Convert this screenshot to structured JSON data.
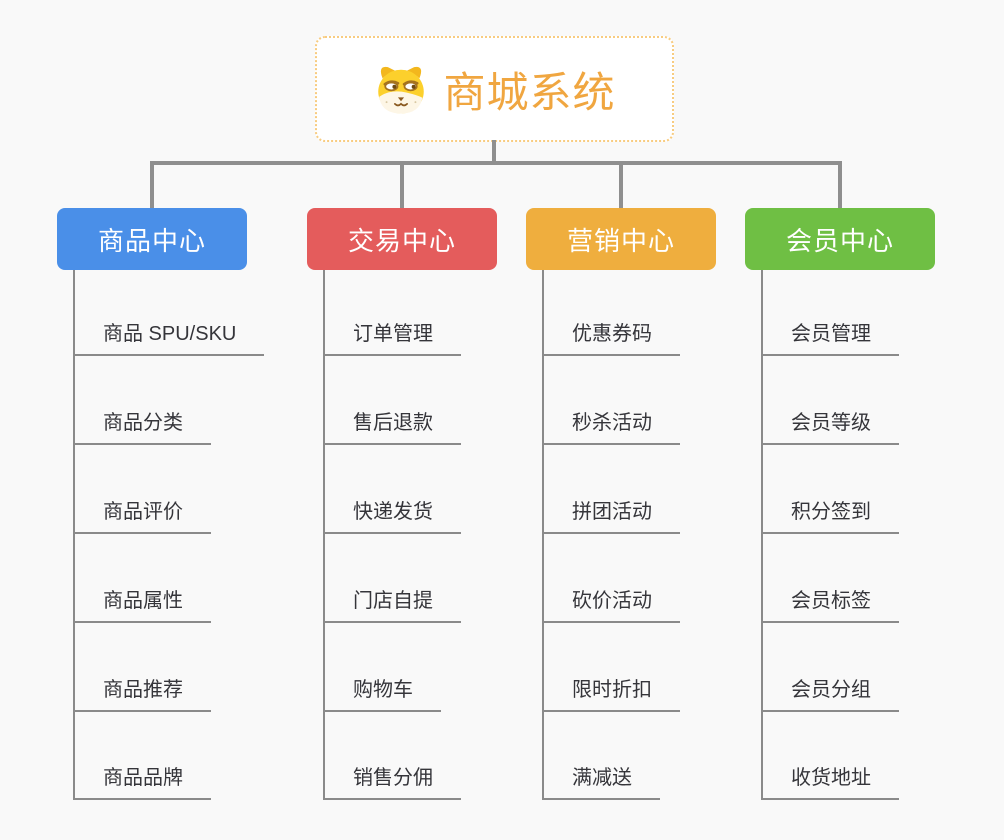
{
  "root": {
    "title": "商城系统",
    "icon": "doge-icon",
    "title_color": "#f0a640",
    "border_color": "#f8cc80"
  },
  "branches": [
    {
      "id": "product-center",
      "label": "商品中心",
      "color": "#4a8fe8",
      "children": [
        "商品 SPU/SKU",
        "商品分类",
        "商品评价",
        "商品属性",
        "商品推荐",
        "商品品牌"
      ]
    },
    {
      "id": "trade-center",
      "label": "交易中心",
      "color": "#e45c5c",
      "children": [
        "订单管理",
        "售后退款",
        "快递发货",
        "门店自提",
        "购物车",
        "销售分佣"
      ]
    },
    {
      "id": "marketing-center",
      "label": "营销中心",
      "color": "#efae3e",
      "children": [
        "优惠券码",
        "秒杀活动",
        "拼团活动",
        "砍价活动",
        "限时折扣",
        "满减送"
      ]
    },
    {
      "id": "member-center",
      "label": "会员中心",
      "color": "#6fbf44",
      "children": [
        "会员管理",
        "会员等级",
        "积分签到",
        "会员标签",
        "会员分组",
        "收货地址"
      ]
    }
  ],
  "style": {
    "background": "#f9f9f9",
    "connector_color": "#8f8f8f",
    "branch_line_color": "#8a8a8a",
    "leaf_text_color": "#35353a"
  }
}
